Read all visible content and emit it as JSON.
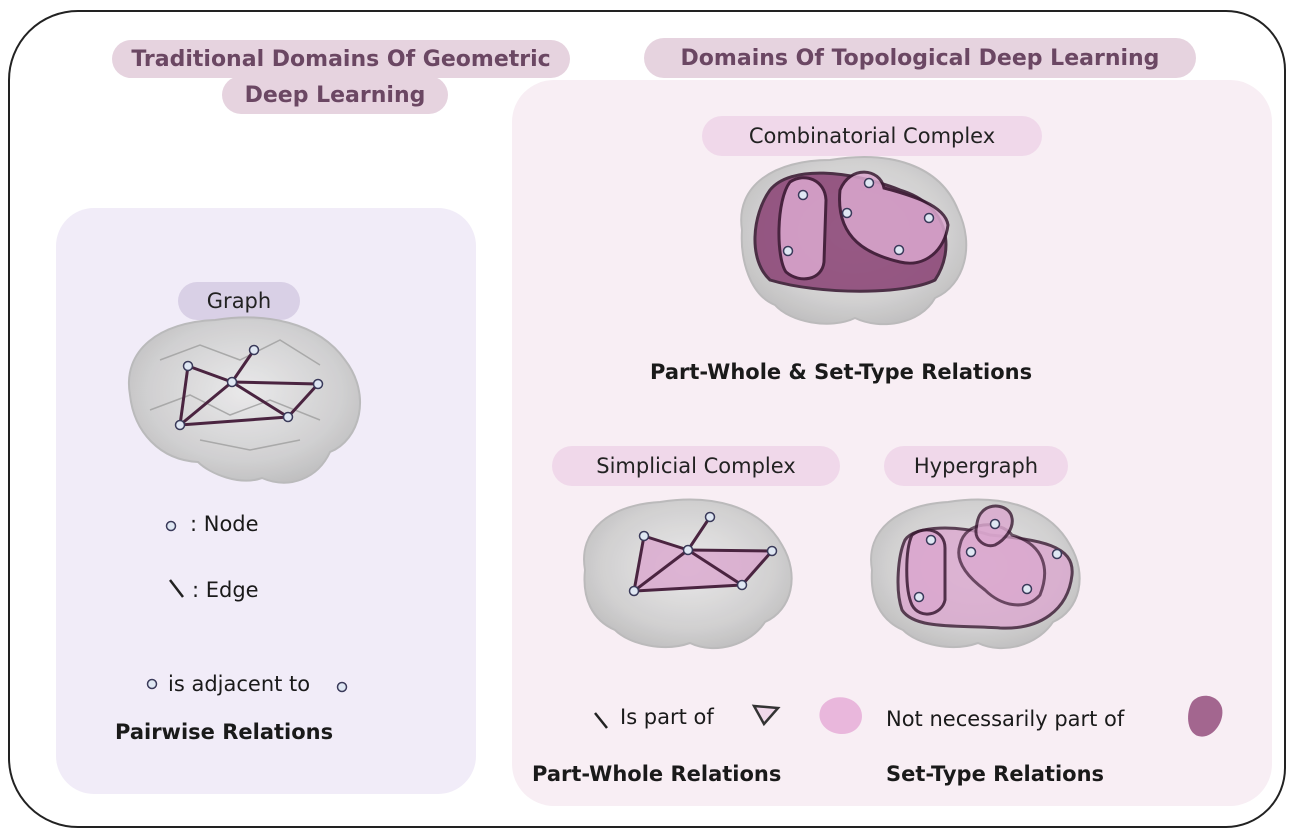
{
  "headers": {
    "left_line1": "Traditional Domains Of Geometric",
    "left_line2": "Deep Learning",
    "right": "Domains Of Topological Deep Learning"
  },
  "graph": {
    "label": "Graph",
    "legend_node": ": Node",
    "legend_edge": ": Edge",
    "adjacent_text": "is adjacent to",
    "relation": "Pairwise Relations"
  },
  "combinatorial": {
    "label": "Combinatorial Complex",
    "relation": "Part-Whole & Set-Type Relations"
  },
  "simplicial": {
    "label": "Simplicial Complex",
    "part_of_text": "Is part of",
    "relation": "Part-Whole Relations"
  },
  "hypergraph": {
    "label": "Hypergraph",
    "not_part_text": "Not necessarily part of",
    "relation": "Set-Type Relations"
  },
  "colors": {
    "edge": "#4a2440",
    "node_fill": "#dfe7f3",
    "cell_dark": "#8c4677",
    "cell_light": "#dba8cf",
    "brain": "#cfcfcf"
  }
}
